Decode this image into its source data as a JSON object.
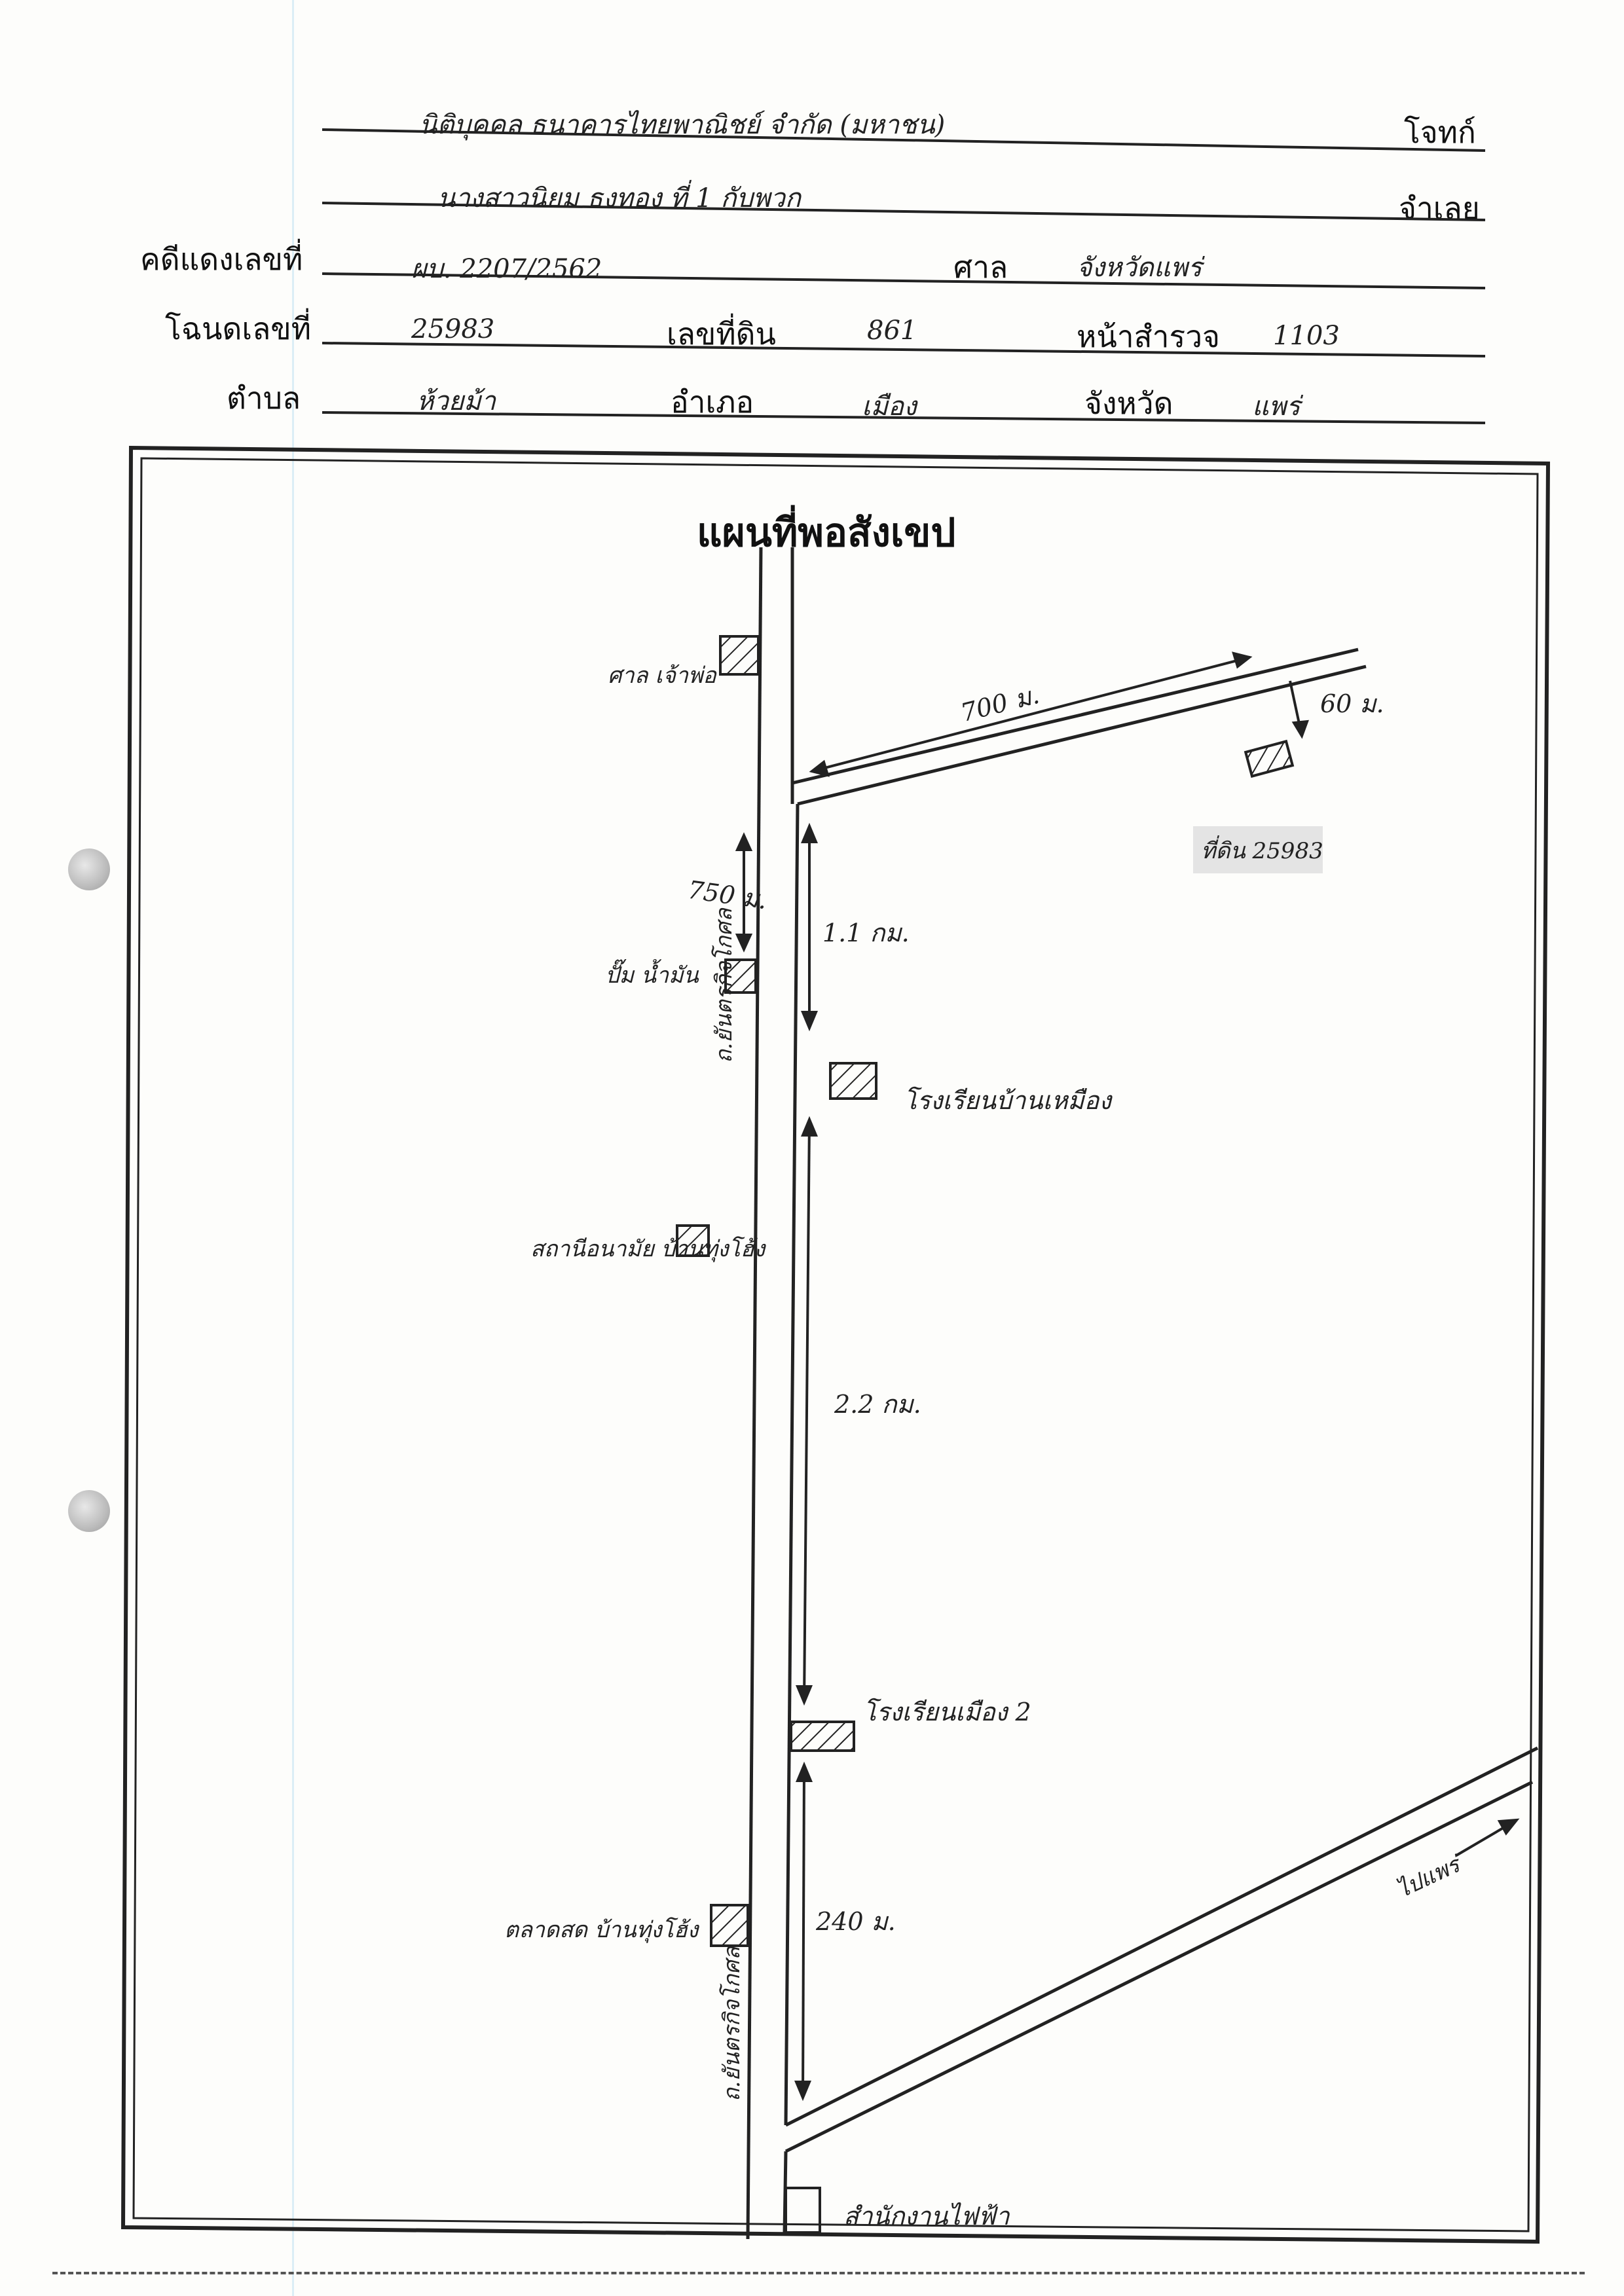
{
  "header": {
    "plaintiff_label": "โจทก์",
    "plaintiff_value": "นิติบุคคล ธนาคารไทยพาณิชย์ จำกัด (มหาชน)",
    "defendant_label": "จำเลย",
    "defendant_value": "นางสาวนิยม ธงทอง ที่ 1 กับพวก",
    "case_no_label": "คดีแดงเลขที่",
    "case_no_value": "ผบ. 2207/2562",
    "court_label": "ศาล",
    "court_value": "จังหวัดแพร่",
    "deed_no_label": "โฉนดเลขที่",
    "deed_no_value": "25983",
    "land_no_label": "เลขที่ดิน",
    "land_no_value": "861",
    "survey_page_label": "หน้าสำรวจ",
    "survey_page_value": "1103",
    "subdistrict_label": "ตำบล",
    "subdistrict_value": "ห้วยม้า",
    "district_label": "อำเภอ",
    "district_value": "เมือง",
    "province_label": "จังหวัด",
    "province_value": "แพร่"
  },
  "map": {
    "title": "แผนที่พอสังเขป",
    "distances": {
      "upper_road": "700 ม.",
      "to_plot": "60 ม.",
      "first_segment": "750 ม.",
      "second_segment": "1.1 กม.",
      "third_segment": "2.2 กม.",
      "fourth_segment": "240 ม."
    },
    "landmarks": {
      "plot": "ที่ดิน 25983",
      "temple_top": "ศาล เจ้าพ่อ",
      "pump": "ปั๊ม น้ำมัน",
      "school_1": "โรงเรียนบ้านเหมือง",
      "health_center": "สถานีอนามัย บ้านทุ่งโฮ้ง",
      "school_2": "โรงเรียนเมือง 2",
      "market": "ตลาดสด บ้านทุ่งโฮ้ง",
      "road_main_1": "ถ.ยันตรกิจโกศล",
      "road_main_2": "ถ.ยันตรกิจโกศล",
      "bottom_building": "สำนักงานไฟฟ้า",
      "direction": "ไปแพร่"
    }
  }
}
